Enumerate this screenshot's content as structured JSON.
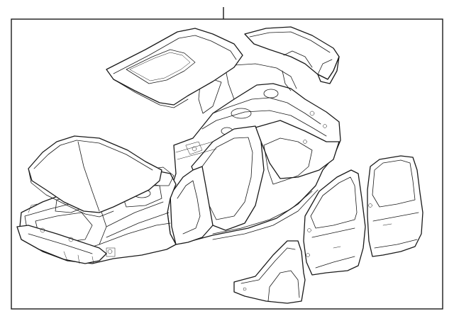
{
  "diagram": {
    "callout_label": ""
  },
  "parts": [
    {
      "id": "roof-panel",
      "icon": "roof-panel-drawing"
    },
    {
      "id": "trunk-lid",
      "icon": "trunk-lid-drawing"
    },
    {
      "id": "hood",
      "icon": "hood-drawing"
    },
    {
      "id": "body-shell",
      "icon": "body-shell-drawing"
    },
    {
      "id": "front-door",
      "icon": "front-door-drawing"
    },
    {
      "id": "rear-door",
      "icon": "rear-door-drawing"
    },
    {
      "id": "front-fender",
      "icon": "fender-drawing"
    }
  ]
}
